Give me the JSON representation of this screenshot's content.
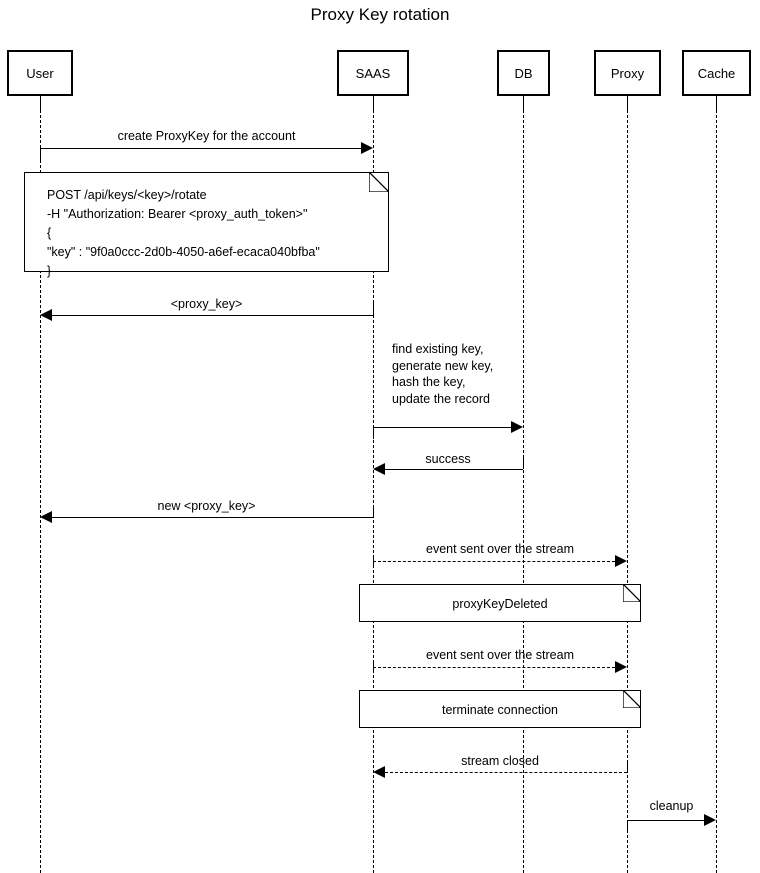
{
  "diagram": {
    "title": "Proxy Key rotation",
    "type": "sequence-diagram",
    "participants": [
      {
        "id": "user",
        "label": "User"
      },
      {
        "id": "saas",
        "label": "SAAS"
      },
      {
        "id": "db",
        "label": "DB"
      },
      {
        "id": "proxy",
        "label": "Proxy"
      },
      {
        "id": "cache",
        "label": "Cache"
      }
    ],
    "messages": [
      {
        "label": "create ProxyKey for the account",
        "from": "user",
        "to": "saas",
        "style": "solid"
      },
      {
        "label": "<proxy_key>",
        "from": "saas",
        "to": "user",
        "style": "solid"
      },
      {
        "label": "find existing key,\ngenerate new key,\nhash the key,\nupdate the record",
        "from": "saas",
        "to": "db",
        "style": "solid"
      },
      {
        "label": "success",
        "from": "db",
        "to": "saas",
        "style": "solid"
      },
      {
        "label": "new <proxy_key>",
        "from": "saas",
        "to": "user",
        "style": "solid"
      },
      {
        "label": "event sent over the stream",
        "from": "saas",
        "to": "proxy",
        "style": "dashed"
      },
      {
        "label": "event sent over the stream",
        "from": "saas",
        "to": "proxy",
        "style": "dashed"
      },
      {
        "label": "stream closed",
        "from": "proxy",
        "to": "saas",
        "style": "dashed"
      },
      {
        "label": "cleanup",
        "from": "proxy",
        "to": "cache",
        "style": "solid"
      }
    ],
    "notes": [
      {
        "id": "request-note",
        "text": "POST /api/keys/<key>/rotate\n-H \"Authorization: Bearer <proxy_auth_token>\"\n{\n     \"key\" : \"9f0a0ccc-2d0b-4050-a6ef-ecaca040bfba\"\n}",
        "align": "left"
      },
      {
        "id": "proxy-key-deleted-note",
        "text": "proxyKeyDeleted",
        "align": "center"
      },
      {
        "id": "terminate-connection-note",
        "text": "terminate connection",
        "align": "center"
      }
    ],
    "colors": {
      "stroke": "#000000",
      "background": "#ffffff"
    }
  }
}
